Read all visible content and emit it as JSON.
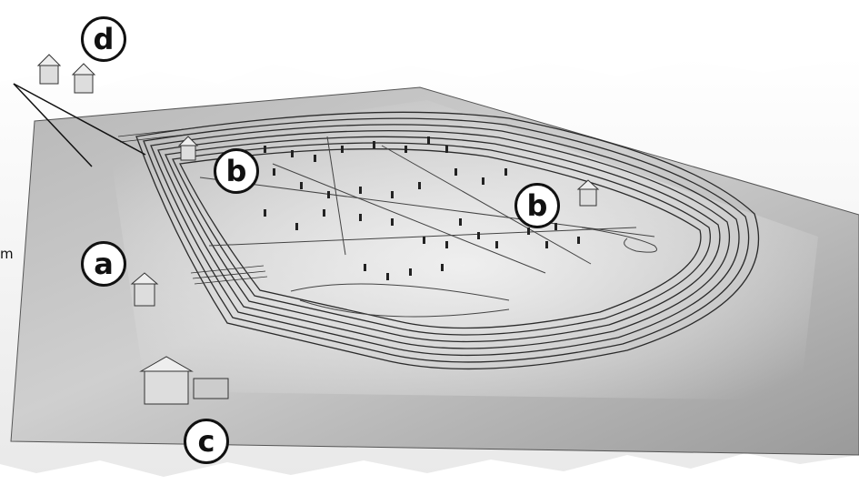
{
  "callouts": {
    "d": "d",
    "b_left": "b",
    "b_right": "b",
    "a": "a",
    "c": "c"
  },
  "side_label": "m",
  "colors": {
    "ground_light": "#d6d6d6",
    "ground_dark": "#8e8e8e",
    "track_line": "#2b2b2b",
    "callout_border": "#111111",
    "background": "#ffffff"
  }
}
